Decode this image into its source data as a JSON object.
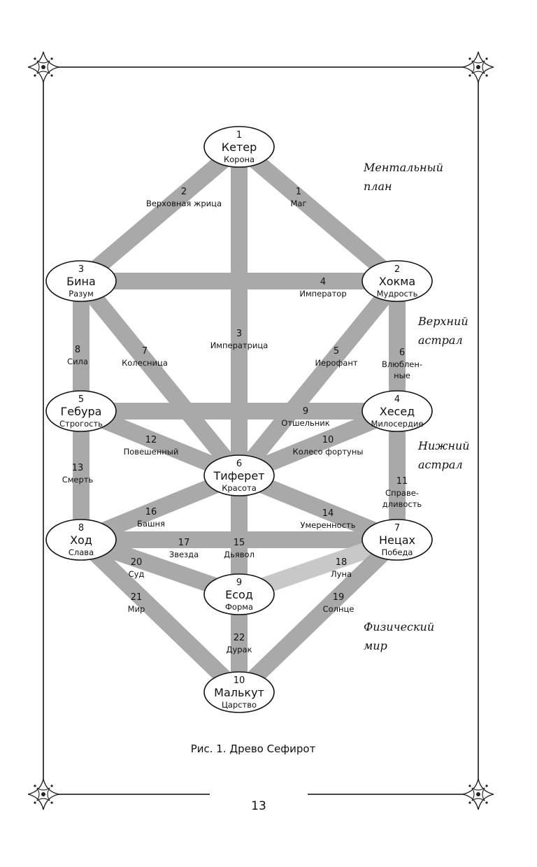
{
  "caption": "Рис. 1. Древо Сефирот",
  "page_number": "13",
  "colors": {
    "path": "#a9a9a9",
    "path_light": "#c8c8c8",
    "frame": "#444444",
    "node_fill": "#ffffff",
    "node_stroke": "#111111"
  },
  "ornament_icon": "four-point-star-ornament",
  "planes": [
    {
      "id": "mental",
      "lines": [
        "Ментальный",
        "план"
      ]
    },
    {
      "id": "upper-astral",
      "lines": [
        "Верхний",
        "астрал"
      ]
    },
    {
      "id": "lower-astral",
      "lines": [
        "Нижний",
        "астрал"
      ]
    },
    {
      "id": "physical",
      "lines": [
        "Физический",
        "мир"
      ]
    }
  ],
  "sephirot": [
    {
      "id": "keter",
      "num": "1",
      "name": "Кетер",
      "meaning": "Корона"
    },
    {
      "id": "hokhma",
      "num": "2",
      "name": "Хокма",
      "meaning": "Мудрость"
    },
    {
      "id": "bina",
      "num": "3",
      "name": "Бина",
      "meaning": "Разум"
    },
    {
      "id": "hesed",
      "num": "4",
      "name": "Хесед",
      "meaning": "Милосердие"
    },
    {
      "id": "gebura",
      "num": "5",
      "name": "Гебура",
      "meaning": "Строгость"
    },
    {
      "id": "tiferet",
      "num": "6",
      "name": "Тиферет",
      "meaning": "Красота"
    },
    {
      "id": "netsah",
      "num": "7",
      "name": "Нецах",
      "meaning": "Победа"
    },
    {
      "id": "hod",
      "num": "8",
      "name": "Ход",
      "meaning": "Слава"
    },
    {
      "id": "yesod",
      "num": "9",
      "name": "Есод",
      "meaning": "Форма"
    },
    {
      "id": "malkut",
      "num": "10",
      "name": "Малькут",
      "meaning": "Царство"
    }
  ],
  "paths": [
    {
      "num": "1",
      "lines": [
        "Маг"
      ],
      "from": "keter",
      "to": "hokhma"
    },
    {
      "num": "2",
      "lines": [
        "Верховная жрица"
      ],
      "from": "keter",
      "to": "bina"
    },
    {
      "num": "3",
      "lines": [
        "Императрица"
      ],
      "from": "keter",
      "to": "tiferet"
    },
    {
      "num": "4",
      "lines": [
        "Император"
      ],
      "from": "bina",
      "to": "hokhma"
    },
    {
      "num": "5",
      "lines": [
        "Иерофант"
      ],
      "from": "hokhma",
      "to": "tiferet"
    },
    {
      "num": "6",
      "lines": [
        "Влюблен-",
        "ные"
      ],
      "from": "hokhma",
      "to": "hesed"
    },
    {
      "num": "7",
      "lines": [
        "Колесница"
      ],
      "from": "bina",
      "to": "tiferet"
    },
    {
      "num": "8",
      "lines": [
        "Сила"
      ],
      "from": "bina",
      "to": "gebura"
    },
    {
      "num": "9",
      "lines": [
        "Отшельник"
      ],
      "from": "gebura",
      "to": "hesed"
    },
    {
      "num": "10",
      "lines": [
        "Колесо фортуны"
      ],
      "from": "hesed",
      "to": "tiferet"
    },
    {
      "num": "11",
      "lines": [
        "Справе-",
        "дливость"
      ],
      "from": "hesed",
      "to": "netsah"
    },
    {
      "num": "12",
      "lines": [
        "Повешенный"
      ],
      "from": "gebura",
      "to": "tiferet"
    },
    {
      "num": "13",
      "lines": [
        "Смерть"
      ],
      "from": "gebura",
      "to": "hod"
    },
    {
      "num": "14",
      "lines": [
        "Умеренность"
      ],
      "from": "tiferet",
      "to": "netsah"
    },
    {
      "num": "15",
      "lines": [
        "Дьявол"
      ],
      "from": "tiferet",
      "to": "yesod"
    },
    {
      "num": "16",
      "lines": [
        "Башня"
      ],
      "from": "tiferet",
      "to": "hod"
    },
    {
      "num": "17",
      "lines": [
        "Звезда"
      ],
      "from": "hod",
      "to": "netsah"
    },
    {
      "num": "18",
      "lines": [
        "Луна"
      ],
      "from": "netsah",
      "to": "yesod",
      "light": true
    },
    {
      "num": "19",
      "lines": [
        "Солнце"
      ],
      "from": "netsah",
      "to": "malkut"
    },
    {
      "num": "20",
      "lines": [
        "Суд"
      ],
      "from": "hod",
      "to": "yesod"
    },
    {
      "num": "21",
      "lines": [
        "Мир"
      ],
      "from": "hod",
      "to": "malkut"
    },
    {
      "num": "22",
      "lines": [
        "Дурак"
      ],
      "from": "yesod",
      "to": "malkut"
    }
  ]
}
